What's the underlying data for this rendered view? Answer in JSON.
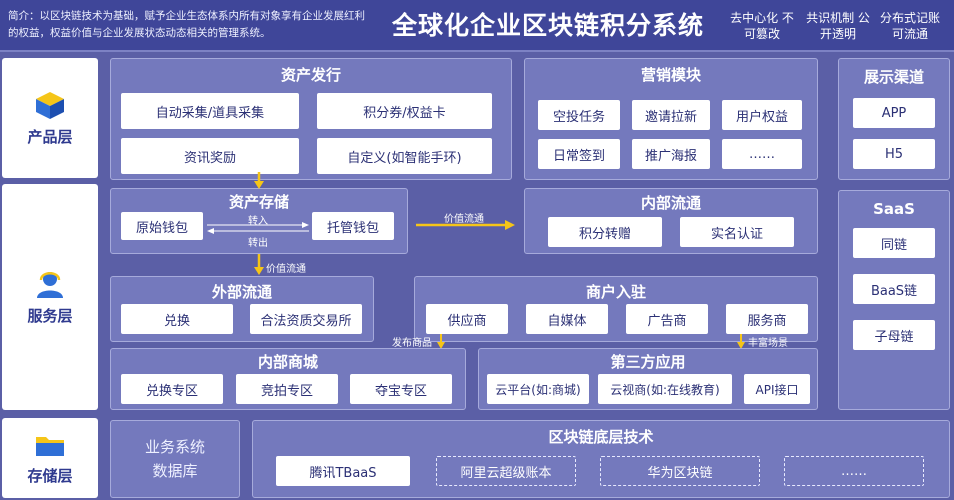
{
  "header": {
    "intro": "简介：以区块链技术为基础，赋予企业生态体系内所有对象享有企业发展红利的权益，权益价值与企业发展状态动态相关的管理系统。",
    "title": "全球化企业区块链积分系统",
    "features": [
      "去中心化 不可篡改",
      "共识机制 公开透明",
      "分布式记账 可流通"
    ]
  },
  "layers": {
    "product": "产品层",
    "service": "服务层",
    "storage": "存储层"
  },
  "asset_issue": {
    "title": "资产发行",
    "items": [
      "自动采集/道具采集",
      "积分券/权益卡",
      "资讯奖励",
      "自定义(如智能手环)"
    ]
  },
  "marketing": {
    "title": "营销模块",
    "items": [
      "空投任务",
      "邀请拉新",
      "用户权益",
      "日常签到",
      "推广海报",
      "……"
    ]
  },
  "display_channel": {
    "title": "展示渠道",
    "items": [
      "APP",
      "H5"
    ]
  },
  "asset_storage": {
    "title": "资产存储",
    "wallet_original": "原始钱包",
    "wallet_custody": "托管钱包",
    "transfer_in": "转入",
    "transfer_out": "转出"
  },
  "internal_circulation": {
    "title": "内部流通",
    "items": [
      "积分转赠",
      "实名认证"
    ]
  },
  "saas": {
    "title": "SaaS",
    "items": [
      "同链",
      "BaaS链",
      "子母链"
    ]
  },
  "external_circulation": {
    "title": "外部流通",
    "items": [
      "兑换",
      "合法资质交易所"
    ]
  },
  "merchant": {
    "title": "商户入驻",
    "items": [
      "供应商",
      "自媒体",
      "广告商",
      "服务商"
    ]
  },
  "internal_mall": {
    "title": "内部商城",
    "items": [
      "兑换专区",
      "竞拍专区",
      "夺宝专区"
    ]
  },
  "third_party": {
    "title": "第三方应用",
    "items": [
      "云平台(如:商城)",
      "云视商(如:在线教育)",
      "API接口"
    ]
  },
  "flows": {
    "value_flow_1": "价值流通",
    "value_flow_2": "价值流通",
    "publish_goods": "发布商品",
    "enrich_scenes": "丰富场景"
  },
  "business_db": {
    "line1": "业务系统",
    "line2": "数据库"
  },
  "blockchain_base": {
    "title": "区块链底层技术",
    "items": [
      "腾讯TBaaS",
      "阿里云超级账本",
      "华为区块链",
      "……"
    ]
  },
  "colors": {
    "background": "#5b5fa6",
    "header": "#3f4699",
    "panel": "#7479bd",
    "accent_arrow": "#f5c518",
    "label_text": "#2f3a8f"
  }
}
